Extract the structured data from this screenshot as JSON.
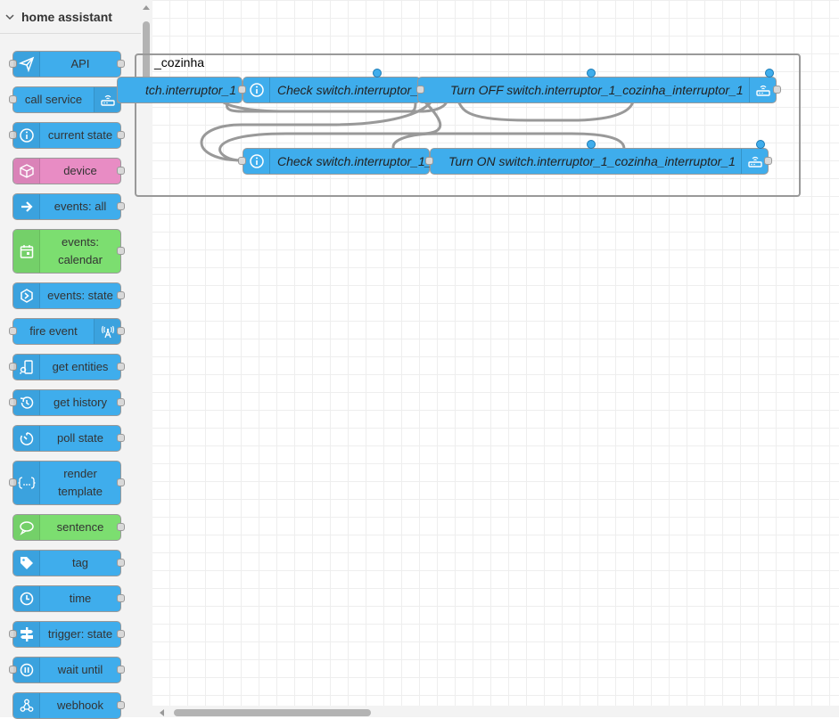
{
  "palette": {
    "category_title": "home assistant",
    "nodes": [
      {
        "label": "API",
        "icon": "paper-plane-icon",
        "color": "#3fadec"
      },
      {
        "label": "call service",
        "icon": "router-icon",
        "color": "#3fadec"
      },
      {
        "label": "current state",
        "icon": "info-circle-icon",
        "color": "#3fadec"
      },
      {
        "label": "device",
        "icon": "cube-icon",
        "color": "#e88cc4"
      },
      {
        "label": "events: all",
        "icon": "arrow-right-icon",
        "color": "#3fadec"
      },
      {
        "label": "events: calendar",
        "icon": "calendar-icon",
        "color": "#7cde70"
      },
      {
        "label": "events: state",
        "icon": "hexagon-arrow-icon",
        "color": "#3fadec"
      },
      {
        "label": "fire event",
        "icon": "broadcast-tower-icon",
        "color": "#3fadec"
      },
      {
        "label": "get entities",
        "icon": "entities-icon",
        "color": "#3fadec"
      },
      {
        "label": "get history",
        "icon": "history-icon",
        "color": "#3fadec"
      },
      {
        "label": "poll state",
        "icon": "timer-icon",
        "color": "#3fadec"
      },
      {
        "label": "render template",
        "icon": "template-braces-icon",
        "color": "#3fadec"
      },
      {
        "label": "sentence",
        "icon": "speech-bubble-icon",
        "color": "#7cde70"
      },
      {
        "label": "tag",
        "icon": "tag-icon",
        "color": "#3fadec"
      },
      {
        "label": "time",
        "icon": "clock-icon",
        "color": "#3fadec"
      },
      {
        "label": "trigger: state",
        "icon": "signpost-icon",
        "color": "#3fadec"
      },
      {
        "label": "wait until",
        "icon": "pause-circle-icon",
        "color": "#3fadec"
      },
      {
        "label": "webhook",
        "icon": "webhook-icon",
        "color": "#3fadec"
      }
    ]
  },
  "workspace": {
    "group_label": "_cozinha",
    "nodes": {
      "partial": {
        "label": "tch.interruptor_1"
      },
      "check_off": {
        "label": "Check switch.interruptor_"
      },
      "turn_off": {
        "label": "Turn OFF switch.interruptor_1_cozinha_interruptor_1"
      },
      "check_on": {
        "label": "Check switch.interruptor_1_"
      },
      "turn_on": {
        "label": "Turn ON switch.interruptor_1_cozinha_interruptor_1"
      }
    },
    "wire_color": "#999999",
    "node_color": "#3fadec"
  }
}
